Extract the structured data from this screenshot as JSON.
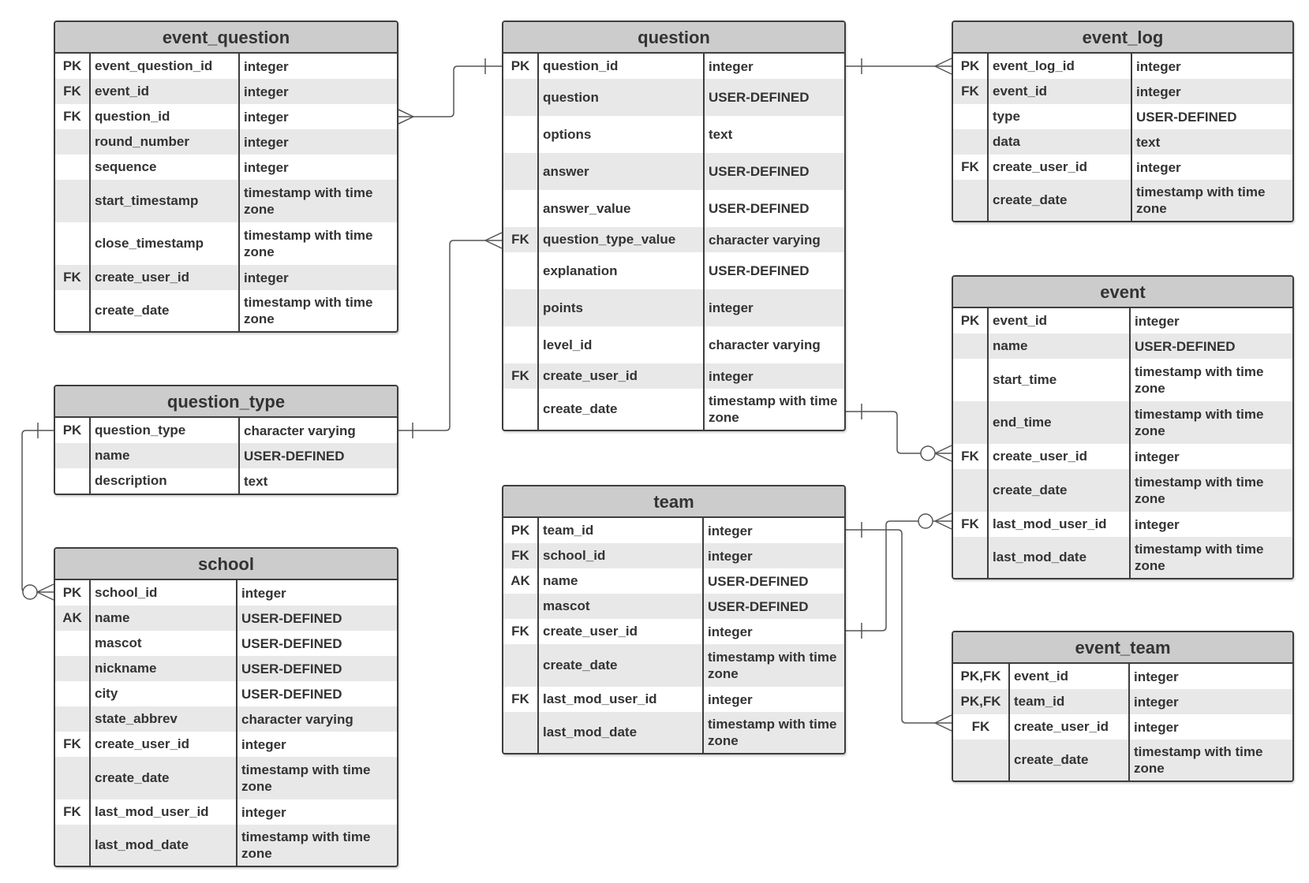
{
  "colors": {
    "header_bg": "#cccccc",
    "alt_row_bg": "#e8e8e8",
    "border": "#3d3d3d",
    "line": "#555555",
    "text": "#333333"
  },
  "entities": {
    "event_question": {
      "title": "event_question",
      "columns": [
        {
          "key": "PK",
          "name": "event_question_id",
          "type": "integer"
        },
        {
          "key": "FK",
          "name": "event_id",
          "type": "integer"
        },
        {
          "key": "FK",
          "name": "question_id",
          "type": "integer"
        },
        {
          "key": "",
          "name": "round_number",
          "type": "integer"
        },
        {
          "key": "",
          "name": "sequence",
          "type": "integer"
        },
        {
          "key": "",
          "name": "start_timestamp",
          "type": "timestamp with time zone"
        },
        {
          "key": "",
          "name": "close_timestamp",
          "type": "timestamp with time zone"
        },
        {
          "key": "FK",
          "name": "create_user_id",
          "type": "integer"
        },
        {
          "key": "",
          "name": "create_date",
          "type": "timestamp with time zone"
        }
      ]
    },
    "question": {
      "title": "question",
      "columns": [
        {
          "key": "PK",
          "name": "question_id",
          "type": "integer"
        },
        {
          "key": "",
          "name": "question",
          "type": "USER-DEFINED"
        },
        {
          "key": "",
          "name": "options",
          "type": "text"
        },
        {
          "key": "",
          "name": "answer",
          "type": "USER-DEFINED"
        },
        {
          "key": "",
          "name": "answer_value",
          "type": "USER-DEFINED"
        },
        {
          "key": "FK",
          "name": "question_type_value",
          "type": "character varying"
        },
        {
          "key": "",
          "name": "explanation",
          "type": "USER-DEFINED"
        },
        {
          "key": "",
          "name": "points",
          "type": "integer"
        },
        {
          "key": "",
          "name": "level_id",
          "type": "character varying"
        },
        {
          "key": "FK",
          "name": "create_user_id",
          "type": "integer"
        },
        {
          "key": "",
          "name": "create_date",
          "type": "timestamp with time zone"
        }
      ]
    },
    "event_log": {
      "title": "event_log",
      "columns": [
        {
          "key": "PK",
          "name": "event_log_id",
          "type": "integer"
        },
        {
          "key": "FK",
          "name": "event_id",
          "type": "integer"
        },
        {
          "key": "",
          "name": "type",
          "type": "USER-DEFINED"
        },
        {
          "key": "",
          "name": "data",
          "type": "text"
        },
        {
          "key": "FK",
          "name": "create_user_id",
          "type": "integer"
        },
        {
          "key": "",
          "name": "create_date",
          "type": "timestamp with time zone"
        }
      ]
    },
    "question_type": {
      "title": "question_type",
      "columns": [
        {
          "key": "PK",
          "name": "question_type",
          "type": "character varying"
        },
        {
          "key": "",
          "name": "name",
          "type": "USER-DEFINED"
        },
        {
          "key": "",
          "name": "description",
          "type": "text"
        }
      ]
    },
    "event": {
      "title": "event",
      "columns": [
        {
          "key": "PK",
          "name": "event_id",
          "type": "integer"
        },
        {
          "key": "",
          "name": "name",
          "type": "USER-DEFINED"
        },
        {
          "key": "",
          "name": "start_time",
          "type": "timestamp with time zone"
        },
        {
          "key": "",
          "name": "end_time",
          "type": "timestamp with time zone"
        },
        {
          "key": "FK",
          "name": "create_user_id",
          "type": "integer"
        },
        {
          "key": "",
          "name": "create_date",
          "type": "timestamp with time zone"
        },
        {
          "key": "FK",
          "name": "last_mod_user_id",
          "type": "integer"
        },
        {
          "key": "",
          "name": "last_mod_date",
          "type": "timestamp with time zone"
        }
      ]
    },
    "team": {
      "title": "team",
      "columns": [
        {
          "key": "PK",
          "name": "team_id",
          "type": "integer"
        },
        {
          "key": "FK",
          "name": "school_id",
          "type": "integer"
        },
        {
          "key": "AK",
          "name": "name",
          "type": "USER-DEFINED"
        },
        {
          "key": "",
          "name": "mascot",
          "type": "USER-DEFINED"
        },
        {
          "key": "FK",
          "name": "create_user_id",
          "type": "integer"
        },
        {
          "key": "",
          "name": "create_date",
          "type": "timestamp with time zone"
        },
        {
          "key": "FK",
          "name": "last_mod_user_id",
          "type": "integer"
        },
        {
          "key": "",
          "name": "last_mod_date",
          "type": "timestamp with time zone"
        }
      ]
    },
    "school": {
      "title": "school",
      "columns": [
        {
          "key": "PK",
          "name": "school_id",
          "type": "integer"
        },
        {
          "key": "AK",
          "name": "name",
          "type": "USER-DEFINED"
        },
        {
          "key": "",
          "name": "mascot",
          "type": "USER-DEFINED"
        },
        {
          "key": "",
          "name": "nickname",
          "type": "USER-DEFINED"
        },
        {
          "key": "",
          "name": "city",
          "type": "USER-DEFINED"
        },
        {
          "key": "",
          "name": "state_abbrev",
          "type": "character varying"
        },
        {
          "key": "FK",
          "name": "create_user_id",
          "type": "integer"
        },
        {
          "key": "",
          "name": "create_date",
          "type": "timestamp with time zone"
        },
        {
          "key": "FK",
          "name": "last_mod_user_id",
          "type": "integer"
        },
        {
          "key": "",
          "name": "last_mod_date",
          "type": "timestamp with time zone"
        }
      ]
    },
    "event_team": {
      "title": "event_team",
      "columns": [
        {
          "key": "PK,FK",
          "name": "event_id",
          "type": "integer"
        },
        {
          "key": "PK,FK",
          "name": "team_id",
          "type": "integer"
        },
        {
          "key": "FK",
          "name": "create_user_id",
          "type": "integer"
        },
        {
          "key": "",
          "name": "create_date",
          "type": "timestamp with time zone"
        }
      ]
    }
  }
}
